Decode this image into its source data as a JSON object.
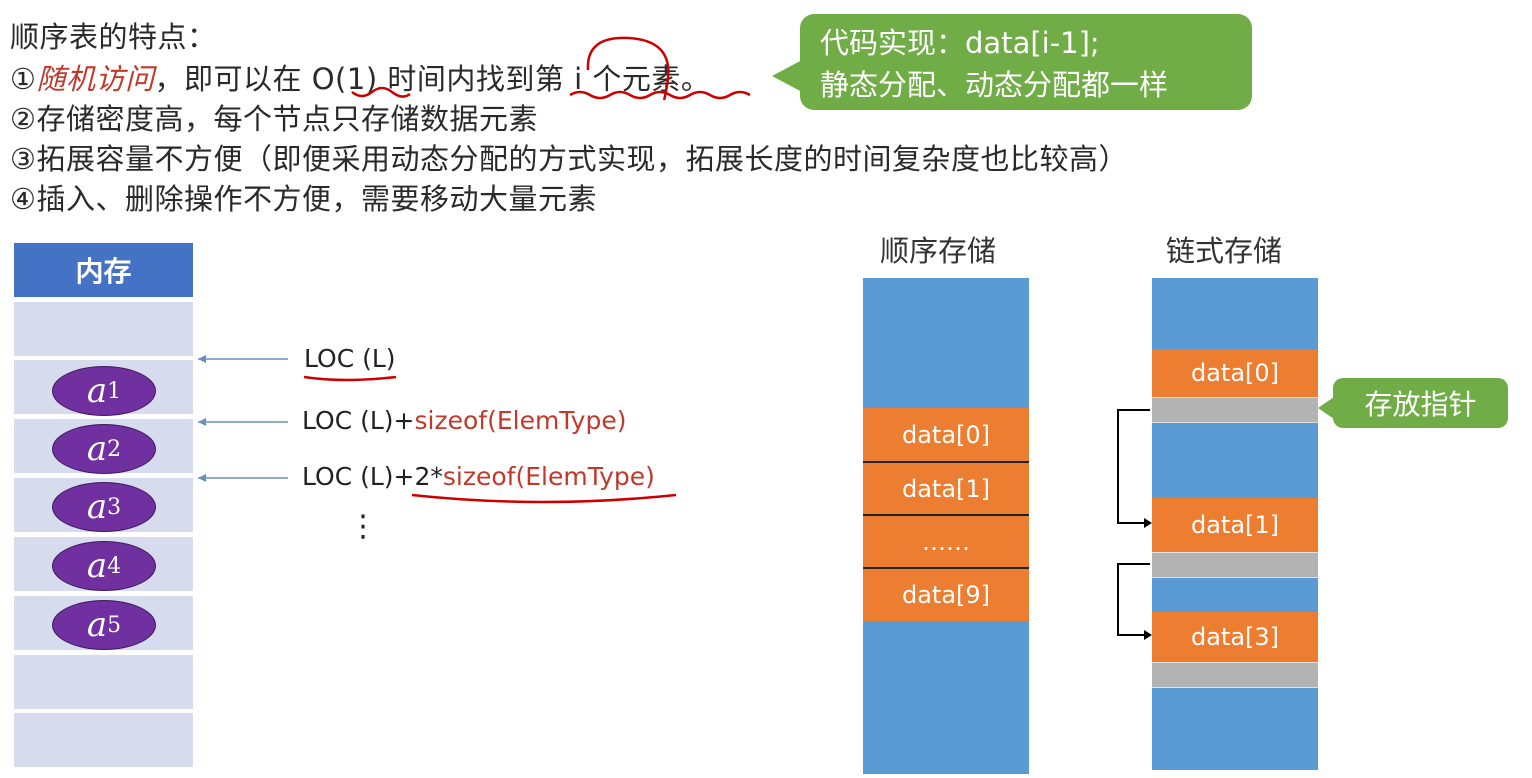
{
  "heading": "顺序表的特点：",
  "features": [
    {
      "num": "①",
      "highlight": "随机访问",
      "rest": "，即可以在 O(1) 时间内找到第 i 个元素。"
    },
    {
      "num": "②",
      "text": "存储密度高，每个节点只存储数据元素"
    },
    {
      "num": "③",
      "text": "拓展容量不方便（即便采用动态分配的方式实现，拓展长度的时间复杂度也比较高）"
    },
    {
      "num": "④",
      "text": "插入、删除操作不方便，需要移动大量元素"
    }
  ],
  "callout": {
    "line1_prefix": "代码实现：",
    "line1_code": "data[i-1];",
    "line2": "静态分配、动态分配都一样"
  },
  "memory": {
    "title": "内存",
    "elements": [
      {
        "base": "a",
        "sub": "1"
      },
      {
        "base": "a",
        "sub": "2"
      },
      {
        "base": "a",
        "sub": "3"
      },
      {
        "base": "a",
        "sub": "4"
      },
      {
        "base": "a",
        "sub": "5"
      }
    ]
  },
  "addresses": {
    "loc0": "LOC (L)",
    "loc1_prefix": "LOC (L)+",
    "loc1_fn": "sizeof(ElemType)",
    "loc2_prefix": "LOC (L)+2*",
    "loc2_fn": "sizeof(ElemType)",
    "ellipsis": "⋮"
  },
  "sequential": {
    "title": "顺序存储",
    "cells": [
      "data[0]",
      "data[1]",
      "……",
      "data[9]"
    ]
  },
  "linked": {
    "title": "链式存储",
    "cells": [
      "data[0]",
      "data[1]",
      "data[3]"
    ],
    "pointer_label": "存放指针"
  },
  "colors": {
    "memory_header": "#4472c4",
    "memory_cell": "#d6dced",
    "element": "#7030a0",
    "storage_blue": "#5b9bd5",
    "storage_orange": "#ed7d31",
    "pointer_gray": "#b3b3b3",
    "callout_green": "#70ad47",
    "highlight_red": "#c0392b"
  }
}
